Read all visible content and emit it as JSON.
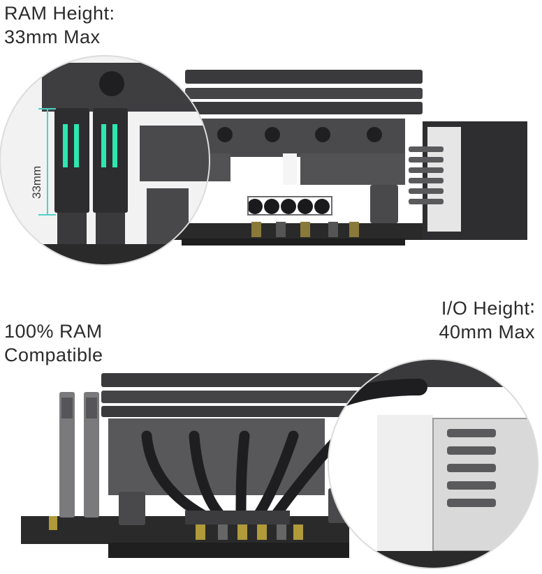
{
  "captions": {
    "ram_height": {
      "line1": "RAM Height:",
      "line2": "33mm Max"
    },
    "ram_compat": {
      "line1": "100% RAM",
      "line2": "Compatible"
    },
    "io_height": {
      "line1": "I/O Height∶",
      "line2": "40mm Max"
    }
  },
  "dimension": {
    "ram_clearance": "33mm"
  },
  "colors": {
    "background": "#ffffff",
    "cooler_dark": "#3a3a3c",
    "cooler_mid": "#555558",
    "heatpipe": "#1e1e20",
    "pcb": "#2a2a2a",
    "ram_led": "#2ee6b0",
    "magnifier_bg": "#f2f2f2",
    "dimension_line": "#4fd1c5"
  },
  "icons": [
    "magnifier-circle-ram",
    "magnifier-circle-io"
  ]
}
